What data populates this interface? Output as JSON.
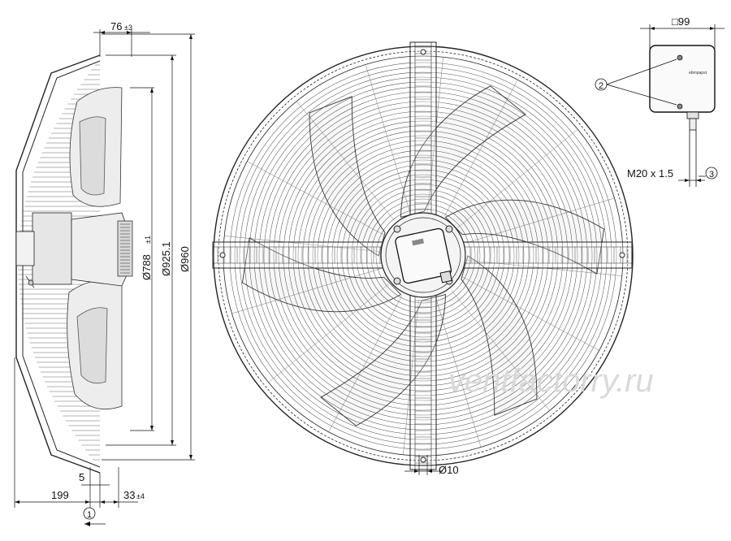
{
  "drawing": {
    "callouts": {
      "c1": "1",
      "c2": "2",
      "c3": "3"
    },
    "side_view": {
      "dim_76": "76",
      "tol_76": "±3",
      "dim_788": "Ø788",
      "tol_788": "±1",
      "dim_925": "Ø925.1",
      "dim_960": "Ø960",
      "dim_5": "5",
      "dim_199": "199",
      "dim_33": "33",
      "tol_33": "±4"
    },
    "front_view": {
      "dim_10": "Ø10"
    },
    "terminal_box": {
      "size": "□99",
      "thread": "M20 x 1.5",
      "brand": "ebmpapst"
    },
    "watermark": "ventfactorry.ru"
  }
}
